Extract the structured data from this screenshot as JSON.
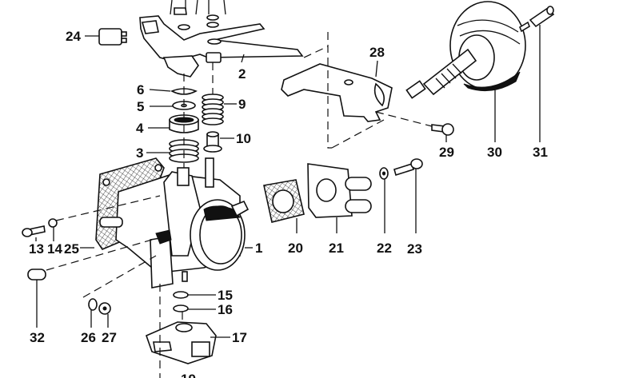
{
  "diagram": {
    "title": "Throttle housing assembly – exploded parts diagram",
    "background": "#ffffff",
    "line_color": "#111111",
    "labels": [
      {
        "id": "1",
        "part": "throttle-housing"
      },
      {
        "id": "2",
        "part": "throttle-lever-bracket"
      },
      {
        "id": "3",
        "part": "spring-large"
      },
      {
        "id": "4",
        "part": "bushing"
      },
      {
        "id": "5",
        "part": "washer"
      },
      {
        "id": "6",
        "part": "circlip"
      },
      {
        "id": "9",
        "part": "spring-small"
      },
      {
        "id": "10",
        "part": "sleeve"
      },
      {
        "id": "13",
        "part": "screw"
      },
      {
        "id": "14",
        "part": "nut"
      },
      {
        "id": "15",
        "part": "washer"
      },
      {
        "id": "16",
        "part": "spring-washer"
      },
      {
        "id": "17",
        "part": "throttle-position-switch"
      },
      {
        "id": "19",
        "part": "screw"
      },
      {
        "id": "20",
        "part": "gasket"
      },
      {
        "id": "21",
        "part": "connection-flange"
      },
      {
        "id": "22",
        "part": "washer"
      },
      {
        "id": "23",
        "part": "screw"
      },
      {
        "id": "24",
        "part": "connector"
      },
      {
        "id": "25",
        "part": "gasket-base"
      },
      {
        "id": "26",
        "part": "washer"
      },
      {
        "id": "27",
        "part": "nut"
      },
      {
        "id": "28",
        "part": "bracket"
      },
      {
        "id": "29",
        "part": "screw"
      },
      {
        "id": "30",
        "part": "vacuum-unit"
      },
      {
        "id": "31",
        "part": "cap"
      },
      {
        "id": "32",
        "part": "pin"
      }
    ]
  }
}
